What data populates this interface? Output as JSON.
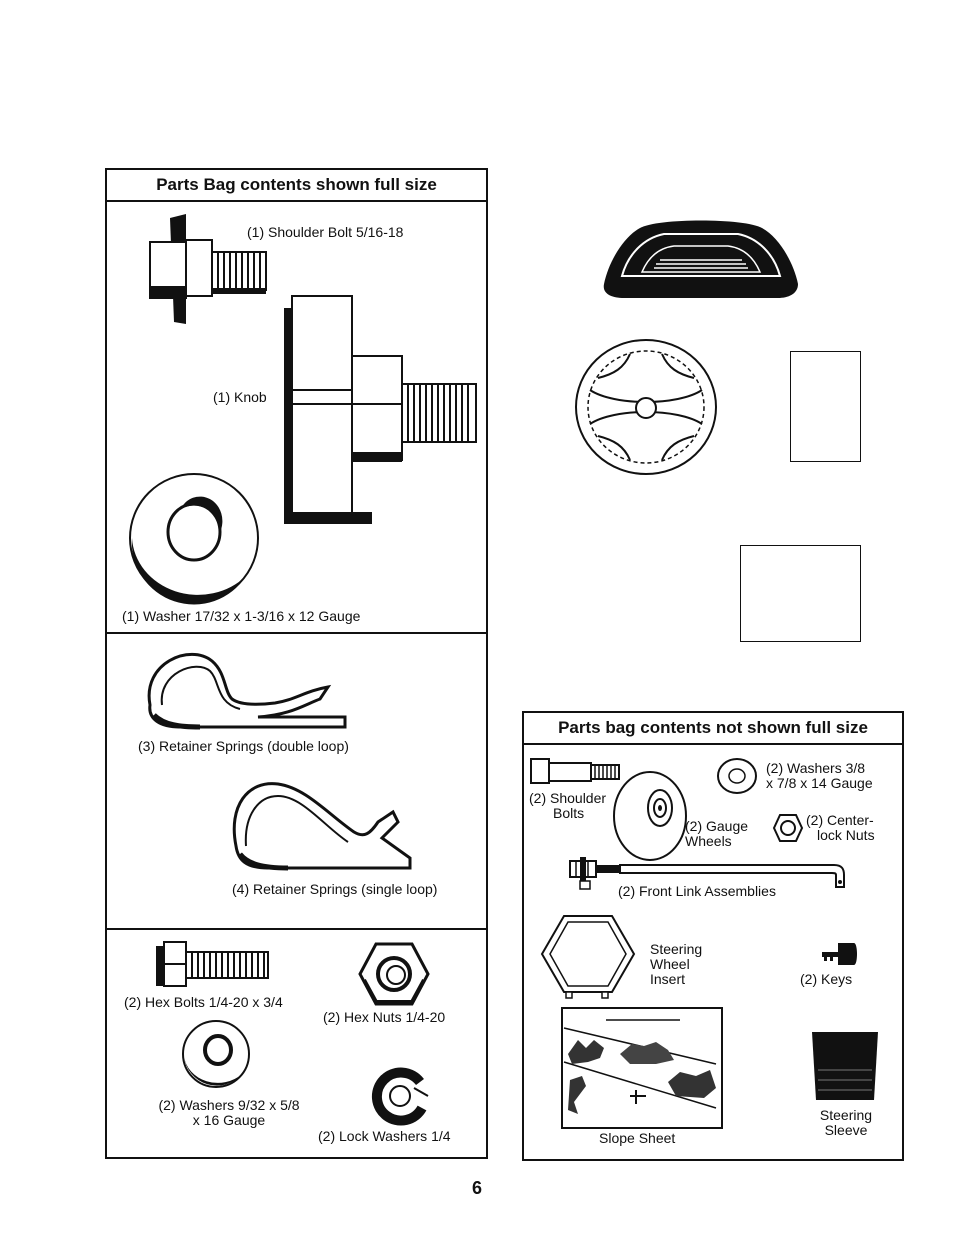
{
  "left_panel": {
    "title": "Parts Bag contents shown full size",
    "shoulder_bolt": "(1) Shoulder Bolt 5/16-18",
    "knob": "(1) Knob",
    "washer": "(1) Washer 17/32 x 1-3/16 x 12 Gauge",
    "retainer_double": "(3) Retainer Springs (double loop)",
    "retainer_single": "(4) Retainer Springs (single loop)",
    "hex_bolts": "(2) Hex Bolts 1/4-20 x 3/4",
    "hex_nuts": "(2) Hex Nuts 1/4-20",
    "washers_line1": "(2) Washers 9/32 x 5/8",
    "washers_line2": "x 16 Gauge",
    "lock_washers": "(2) Lock Washers 1/4"
  },
  "right_panel": {
    "title": "Parts bag contents not shown full size",
    "washers_line1": "(2) Washers 3/8",
    "washers_line2": "x 7/8 x 14 Gauge",
    "shoulder_bolts_line1": "(2) Shoulder",
    "shoulder_bolts_line2": "Bolts",
    "gauge_wheels_line1": "(2) Gauge",
    "gauge_wheels_line2": "Wheels",
    "center_nuts_line1": "(2) Center-",
    "center_nuts_line2": "lock Nuts",
    "front_link": "(2) Front Link Assemblies",
    "insert_line1": "Steering",
    "insert_line2": "Wheel",
    "insert_line3": "Insert",
    "keys": "(2) Keys",
    "slope_sheet": "Slope Sheet",
    "sleeve_line1": "Steering",
    "sleeve_line2": "Sleeve"
  },
  "page_number": "6"
}
